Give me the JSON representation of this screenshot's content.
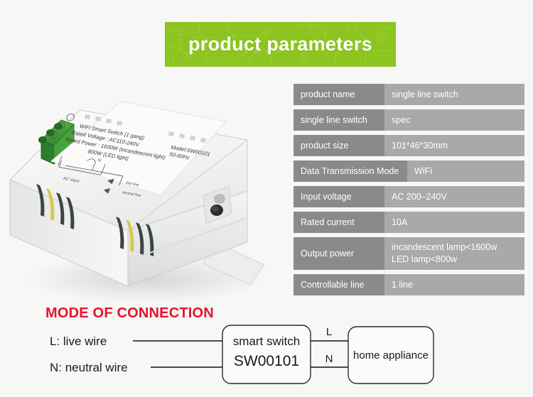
{
  "banner": {
    "title": "product parameters",
    "bg_color": "#8cc420",
    "text_color": "#ffffff"
  },
  "spec_table": {
    "label_bg": "#8a8a8a",
    "value_bg": "#a9a9a9",
    "rows": [
      {
        "label": "product name",
        "value": "single line switch",
        "label_width": 128
      },
      {
        "label": "single line switch",
        "value": "spec",
        "label_width": 128
      },
      {
        "label": "product size",
        "value": "101*46*30mm",
        "label_width": 128
      },
      {
        "label": "Data Transmission Mode",
        "value": "WiFi",
        "label_width": 160
      },
      {
        "label": "Input voltage",
        "value": "AC 200–240V",
        "label_width": 128
      },
      {
        "label": "Rated current",
        "value": "10A",
        "label_width": 128
      },
      {
        "label": "Output power",
        "value": "incandescent lamp<1600w\nLED lamp<800w",
        "label_width": 128,
        "tall": true
      },
      {
        "label": "Controllable line",
        "value": "1 line",
        "label_width": 128
      }
    ]
  },
  "product_photo": {
    "alt": "white wifi smart switch module with green terminal block",
    "label_lines": [
      "WiFi Smart Switch (1 gang)",
      "Model:SW00101",
      "Rated Voltage : AC110-240V",
      "50-60Hz",
      "Rated Power : 1600W (incandescent light)",
      "800W (LED light)"
    ],
    "schematic_labels": [
      "AC input",
      "live line",
      "neutral line",
      "N"
    ],
    "casing_color": "#f2f3f2",
    "terminal_color": "#3f9e3f",
    "button_color": "#2a2a2a"
  },
  "connection": {
    "title": "MODE OF CONNECTION",
    "title_color": "#e8112d",
    "wires": [
      {
        "label": "L:  live wire"
      },
      {
        "label": "N:  neutral wire"
      }
    ],
    "switch_box": {
      "line1": "smart switch",
      "line2": "SW00101"
    },
    "appliance_box": {
      "label": "home appliance"
    },
    "output_labels": [
      "L",
      "N"
    ]
  }
}
